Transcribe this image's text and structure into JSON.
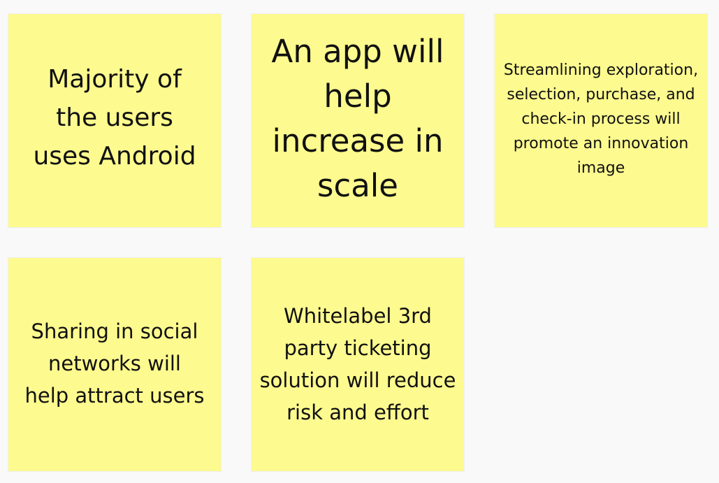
{
  "board": {
    "note_color": "#fdfa8f",
    "background_color": "#f9f9f9",
    "notes": [
      {
        "text": "Majority of the users uses Android"
      },
      {
        "text": "An app will help increase in scale"
      },
      {
        "text": "Streamlining exploration, selection, purchase, and check-in process will promote an innovation image"
      },
      {
        "text": "Sharing in social networks will help attract users"
      },
      {
        "text": "Whitelabel 3rd party ticketing solution will reduce risk and effort"
      }
    ]
  }
}
